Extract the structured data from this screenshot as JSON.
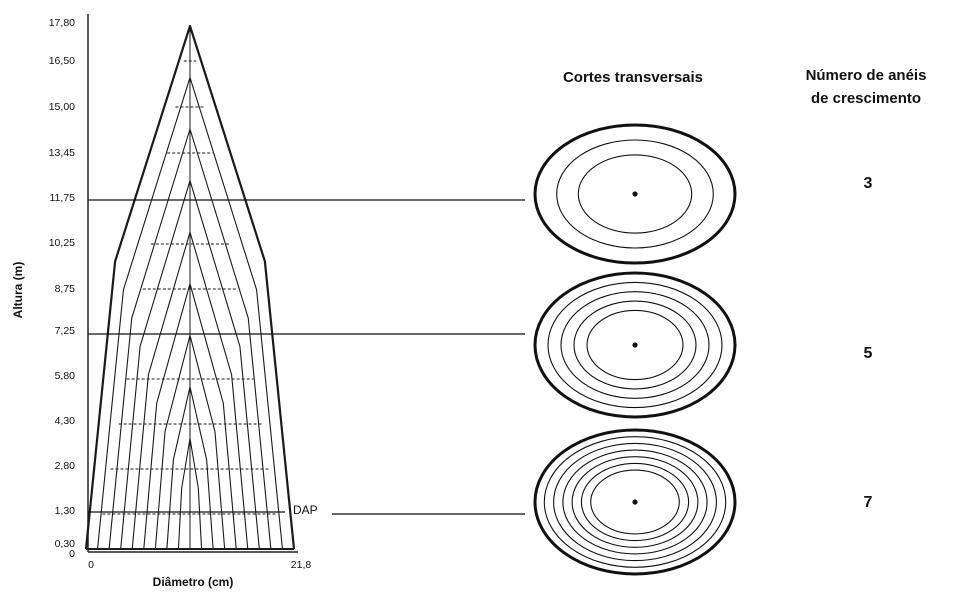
{
  "figure": {
    "y_axis_label": "Altura (m)",
    "x_axis_label": "Diâmetro (cm)",
    "y_ticks": [
      "0",
      "0,30",
      "1,30",
      "2,80",
      "4,30",
      "5,80",
      "7,25",
      "8,75",
      "10,25",
      "11,75",
      "13,45",
      "15,00",
      "16,50",
      "17,80"
    ],
    "x_ticks": [
      "0",
      "21,8"
    ],
    "dap_label": "DAP",
    "cross_sections_title": "Cortes transversais",
    "rings_title_line1": "Número de anéis",
    "rings_title_line2": "de crescimento",
    "sections": [
      {
        "height": "11,75",
        "rings": "3"
      },
      {
        "height": "7,25",
        "rings": "5"
      },
      {
        "height": "1,30",
        "rings": "7"
      }
    ]
  }
}
